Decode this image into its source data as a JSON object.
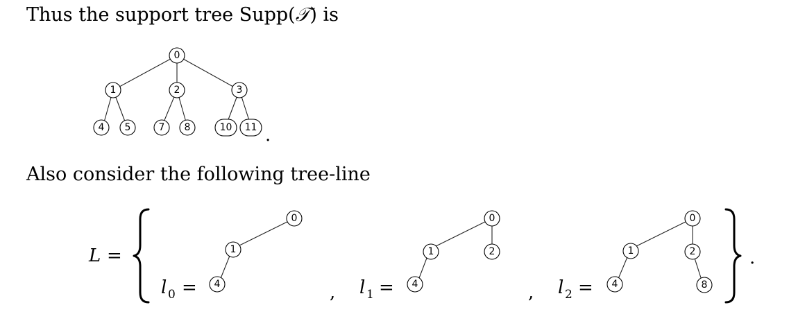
{
  "paragraph_1": {
    "before": "Thus the support tree Supp(",
    "symbol": "𝒯",
    "after": ") is"
  },
  "paragraph_2": "Also consider the following tree-line",
  "support_tree": {
    "root": "0",
    "level_1": [
      "1",
      "2",
      "3"
    ],
    "leaves": [
      "4",
      "5",
      "7",
      "8",
      "10",
      "11"
    ]
  },
  "support_tree_period": ".",
  "tree_line": {
    "lhs": "L",
    "equals": "=",
    "separator": ",",
    "final_period": ".",
    "lines": [
      {
        "name": "l",
        "subscript": "0",
        "nodes": [
          "0",
          "1",
          "4"
        ]
      },
      {
        "name": "l",
        "subscript": "1",
        "nodes": [
          "0",
          "1",
          "2",
          "4"
        ]
      },
      {
        "name": "l",
        "subscript": "2",
        "nodes": [
          "0",
          "1",
          "2",
          "4",
          "8"
        ]
      }
    ]
  }
}
